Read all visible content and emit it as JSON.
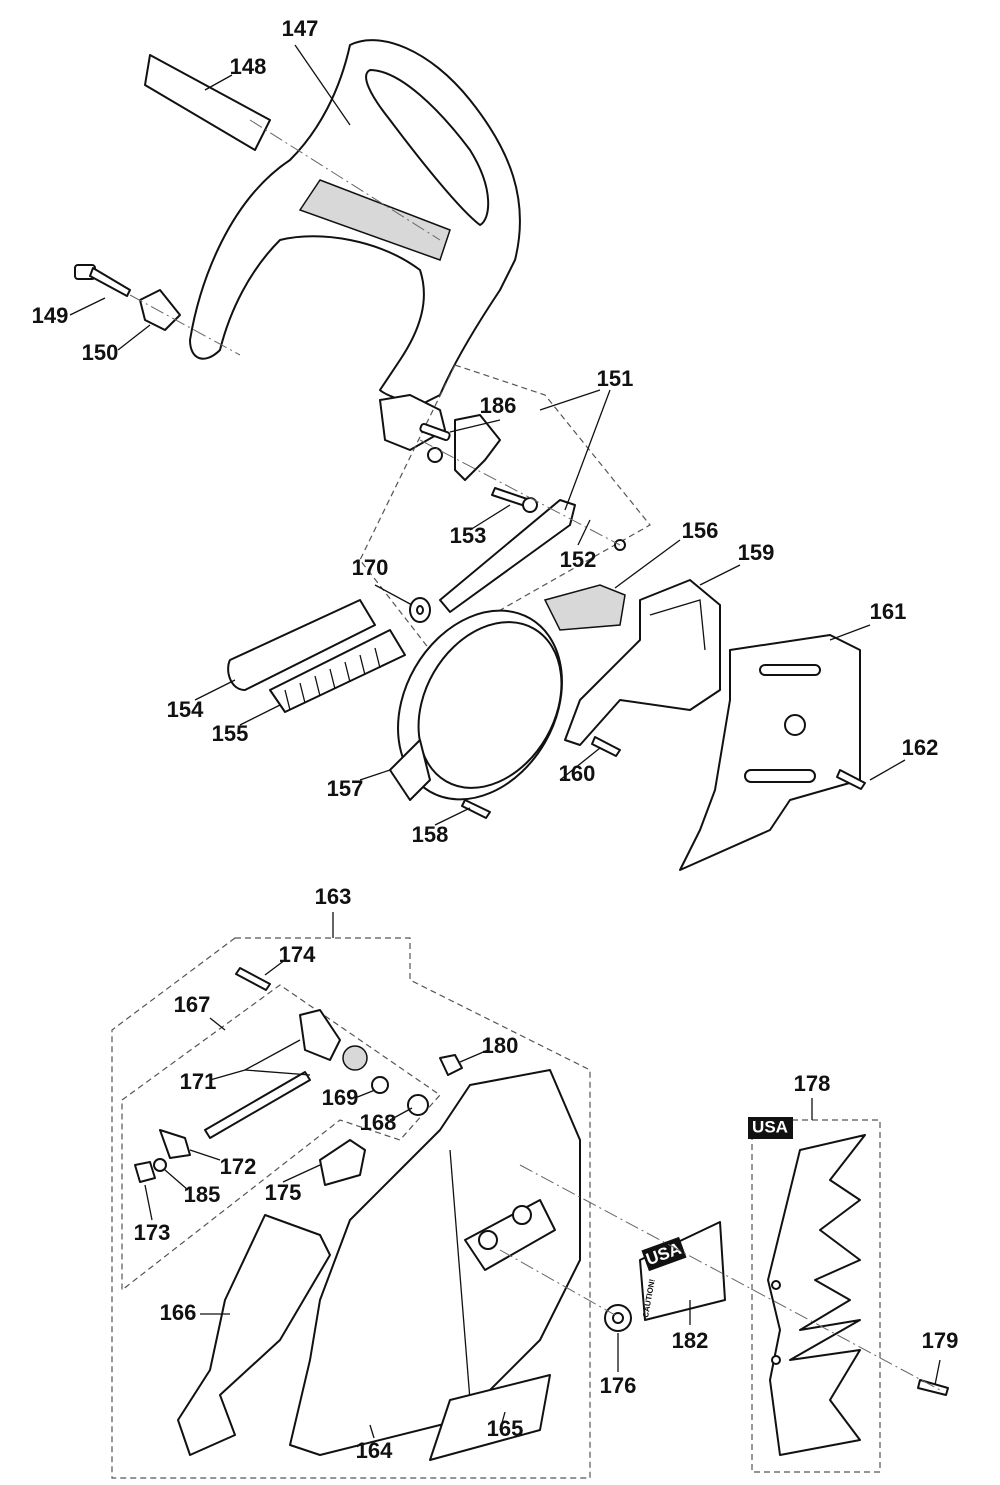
{
  "diagram": {
    "callouts": {
      "c147": "147",
      "c148": "148",
      "c149": "149",
      "c150": "150",
      "c151": "151",
      "c152": "152",
      "c153": "153",
      "c154": "154",
      "c155": "155",
      "c156": "156",
      "c157": "157",
      "c158": "158",
      "c159": "159",
      "c160": "160",
      "c161": "161",
      "c162": "162",
      "c163": "163",
      "c164": "164",
      "c165": "165",
      "c166": "166",
      "c167": "167",
      "c168": "168",
      "c169": "169",
      "c170": "170",
      "c171": "171",
      "c172": "172",
      "c173": "173",
      "c174": "174",
      "c175": "175",
      "c176": "176",
      "c178": "178",
      "c179": "179",
      "c180": "180",
      "c182": "182",
      "c185": "185",
      "c186": "186"
    },
    "usa_badge": "USA",
    "sticker": {
      "region": "USA",
      "caution": "CAUTION!"
    }
  }
}
